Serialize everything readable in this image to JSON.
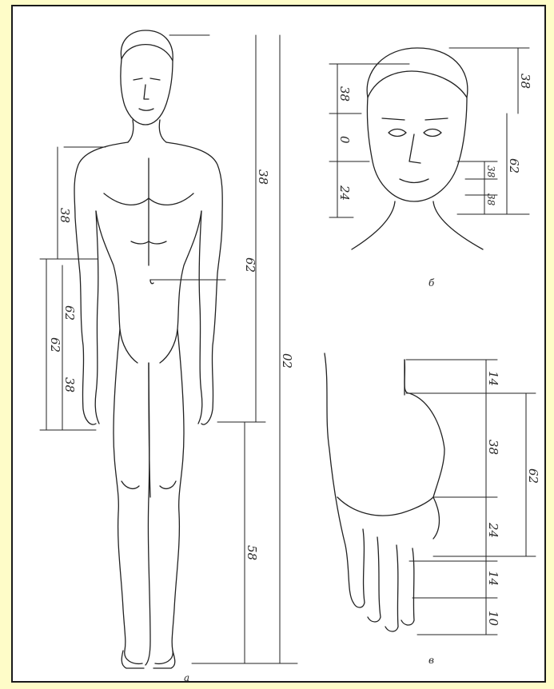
{
  "panels": {
    "body": {
      "caption": "а"
    },
    "head": {
      "caption": "б"
    },
    "hand": {
      "caption": "в"
    }
  },
  "dimensions": {
    "body_total": "02",
    "body_upper": "38",
    "body_lower": "58",
    "body_trunk": "62",
    "body_shoulder": "38",
    "arm_forearm": "62",
    "arm_hand": "38",
    "arm_total": "62",
    "head_hair": "38",
    "head_top": "38",
    "head_mid": "0",
    "head_nose_a": "62",
    "head_nose_b": "38",
    "head_jaw": "38",
    "head_low": "24",
    "hand_a": "14",
    "hand_palm": "38",
    "hand_total": "62",
    "hand_b": "24",
    "hand_c": "14",
    "hand_d": "10"
  }
}
